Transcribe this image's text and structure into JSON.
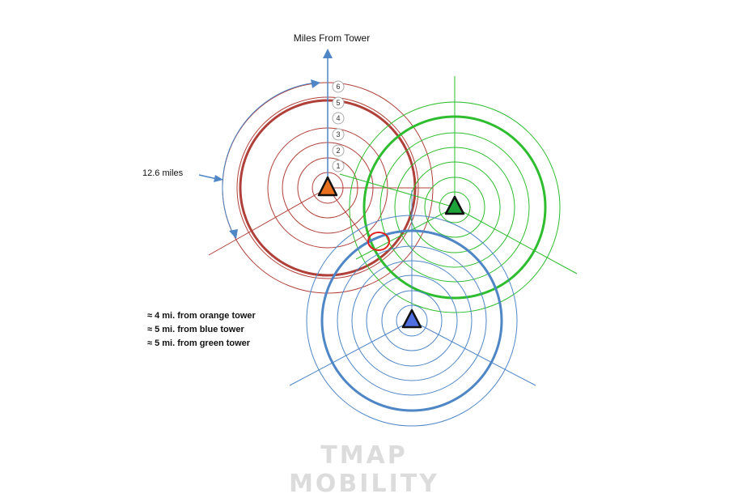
{
  "axis": {
    "title": "Miles From Tower",
    "ticks": [
      "1",
      "2",
      "3",
      "4",
      "5",
      "6"
    ]
  },
  "range_label": "12.6 miles",
  "notes": [
    "≈ 4 mi. from orange tower",
    "≈ 5 mi. from blue tower",
    "≈ 5 mi. from green tower"
  ],
  "towers": [
    {
      "name": "orange",
      "color": "#e8701e",
      "ring_color": "#b0403a",
      "highlight_ring": 5
    },
    {
      "name": "green",
      "color": "#1ea33a",
      "ring_color": "#2ebd2e",
      "highlight_ring": 6
    },
    {
      "name": "blue",
      "color": "#4f6fe0",
      "ring_color": "#4f86c6",
      "highlight_ring": 6
    }
  ],
  "intersection_color": "#e02020",
  "watermark": "TMAP MOBILITY"
}
